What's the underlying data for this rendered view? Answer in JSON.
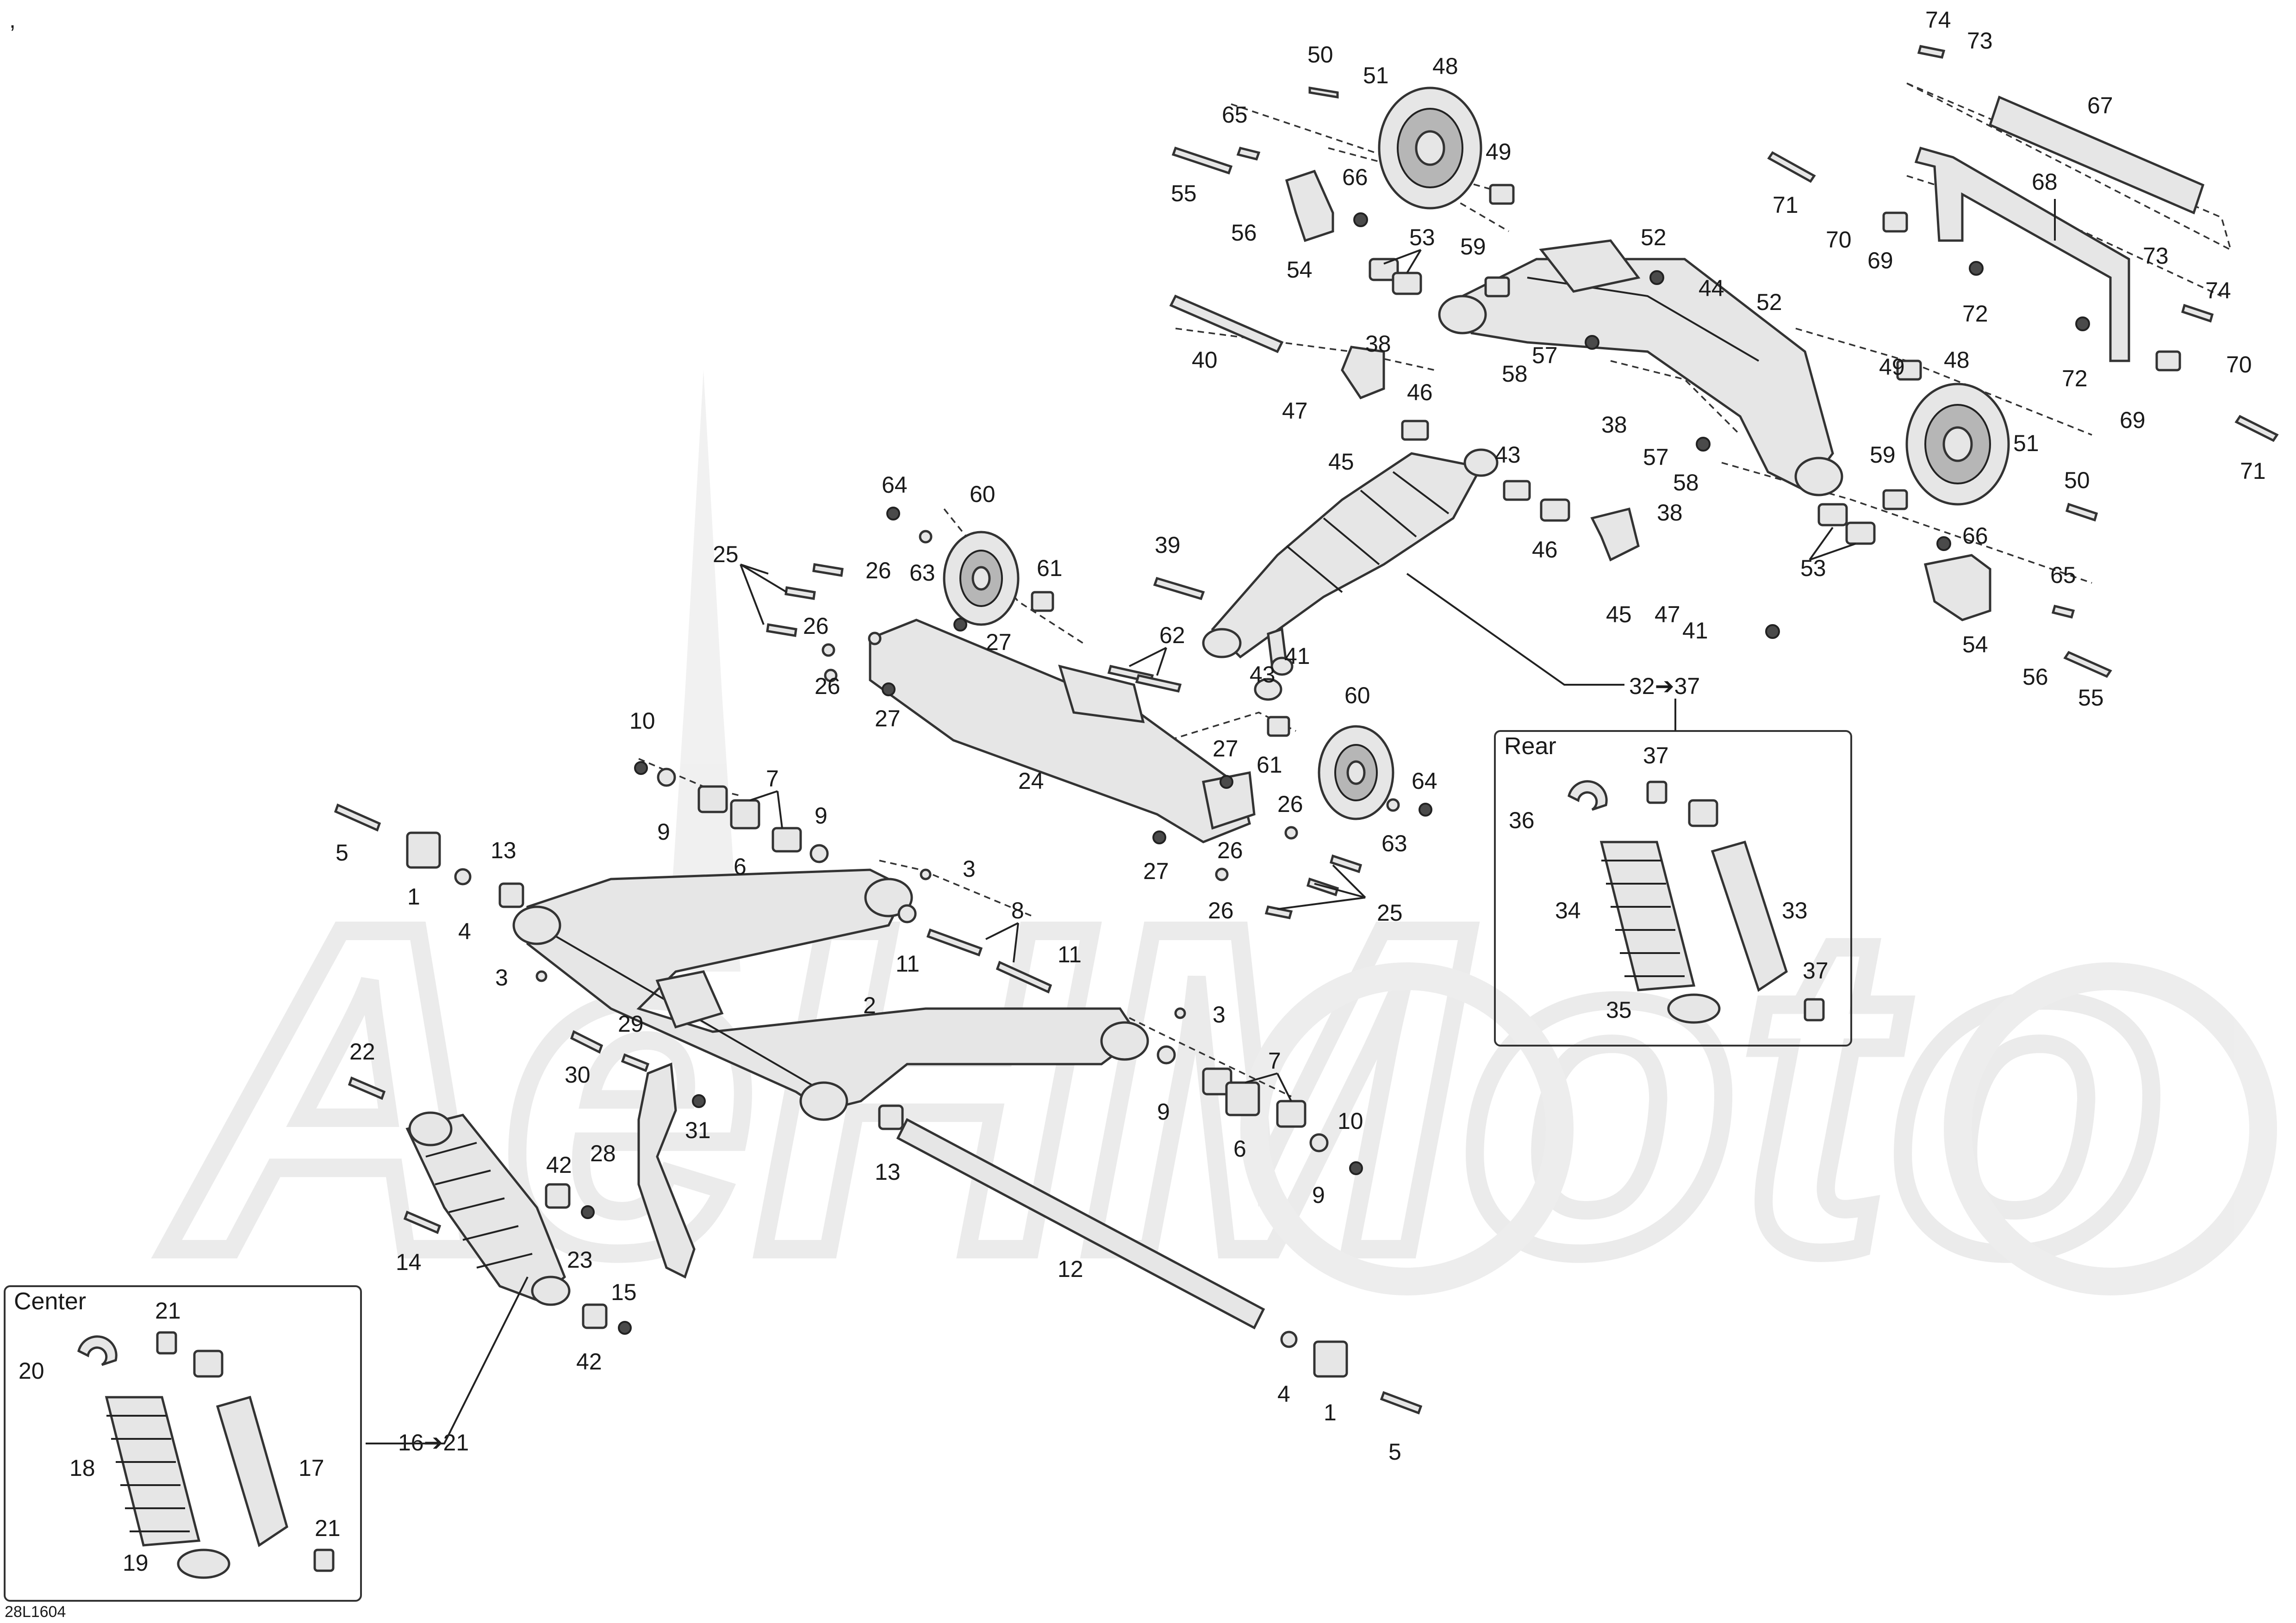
{
  "diagram_code": "28L1604",
  "corner_mark": ",",
  "watermark_text": "AeHMoto",
  "insets": {
    "center": {
      "title": "Center",
      "range_label": "16➔21"
    },
    "rear": {
      "title": "Rear",
      "range_label": "32➔37"
    }
  },
  "callouts": {
    "c1a": "1",
    "c1b": "1",
    "c2": "2",
    "c3a": "3",
    "c3b": "3",
    "c3c": "3",
    "c4a": "4",
    "c4b": "4",
    "c5a": "5",
    "c5b": "5",
    "c6a": "6",
    "c6b": "6",
    "c7a": "7",
    "c7b": "7",
    "c8": "8",
    "c9a": "9",
    "c9b": "9",
    "c9c": "9",
    "c9d": "9",
    "c10a": "10",
    "c10b": "10",
    "c11a": "11",
    "c11b": "11",
    "c12": "12",
    "c13a": "13",
    "c13b": "13",
    "c14": "14",
    "c15": "15",
    "c17": "17",
    "c18": "18",
    "c19": "19",
    "c20": "20",
    "c21a": "21",
    "c21b": "21",
    "c22": "22",
    "c23": "23",
    "c24": "24",
    "c25a": "25",
    "c25b": "25",
    "c26a": "26",
    "c26b": "26",
    "c26c": "26",
    "c26d": "26",
    "c26e": "26",
    "c27a": "27",
    "c27b": "27",
    "c27c": "27",
    "c27d": "27",
    "c28": "28",
    "c29": "29",
    "c30": "30",
    "c31": "31",
    "c33": "33",
    "c34": "34",
    "c35": "35",
    "c36": "36",
    "c37a": "37",
    "c37b": "37",
    "c38a": "38",
    "c38b": "38",
    "c38c": "38",
    "c39": "39",
    "c40": "40",
    "c41a": "41",
    "c41b": "41",
    "c42a": "42",
    "c42b": "42",
    "c43a": "43",
    "c43b": "43",
    "c44": "44",
    "c45a": "45",
    "c45b": "45",
    "c46a": "46",
    "c46b": "46",
    "c47a": "47",
    "c47b": "47",
    "c48a": "48",
    "c48b": "48",
    "c49a": "49",
    "c49b": "49",
    "c50a": "50",
    "c50b": "50",
    "c51a": "51",
    "c51b": "51",
    "c52a": "52",
    "c52b": "52",
    "c53a": "53",
    "c53b": "53",
    "c54a": "54",
    "c54b": "54",
    "c55a": "55",
    "c55b": "55",
    "c56a": "56",
    "c56b": "56",
    "c57a": "57",
    "c57b": "57",
    "c58a": "58",
    "c58b": "58",
    "c59a": "59",
    "c59b": "59",
    "c60a": "60",
    "c60b": "60",
    "c61a": "61",
    "c61b": "61",
    "c62": "62",
    "c63a": "63",
    "c63b": "63",
    "c64a": "64",
    "c64b": "64",
    "c65a": "65",
    "c65b": "65",
    "c66a": "66",
    "c66b": "66",
    "c67": "67",
    "c68": "68",
    "c69a": "69",
    "c69b": "69",
    "c70a": "70",
    "c70b": "70",
    "c71a": "71",
    "c71b": "71",
    "c72a": "72",
    "c72b": "72",
    "c73a": "73",
    "c73b": "73",
    "c74a": "74",
    "c74b": "74"
  }
}
